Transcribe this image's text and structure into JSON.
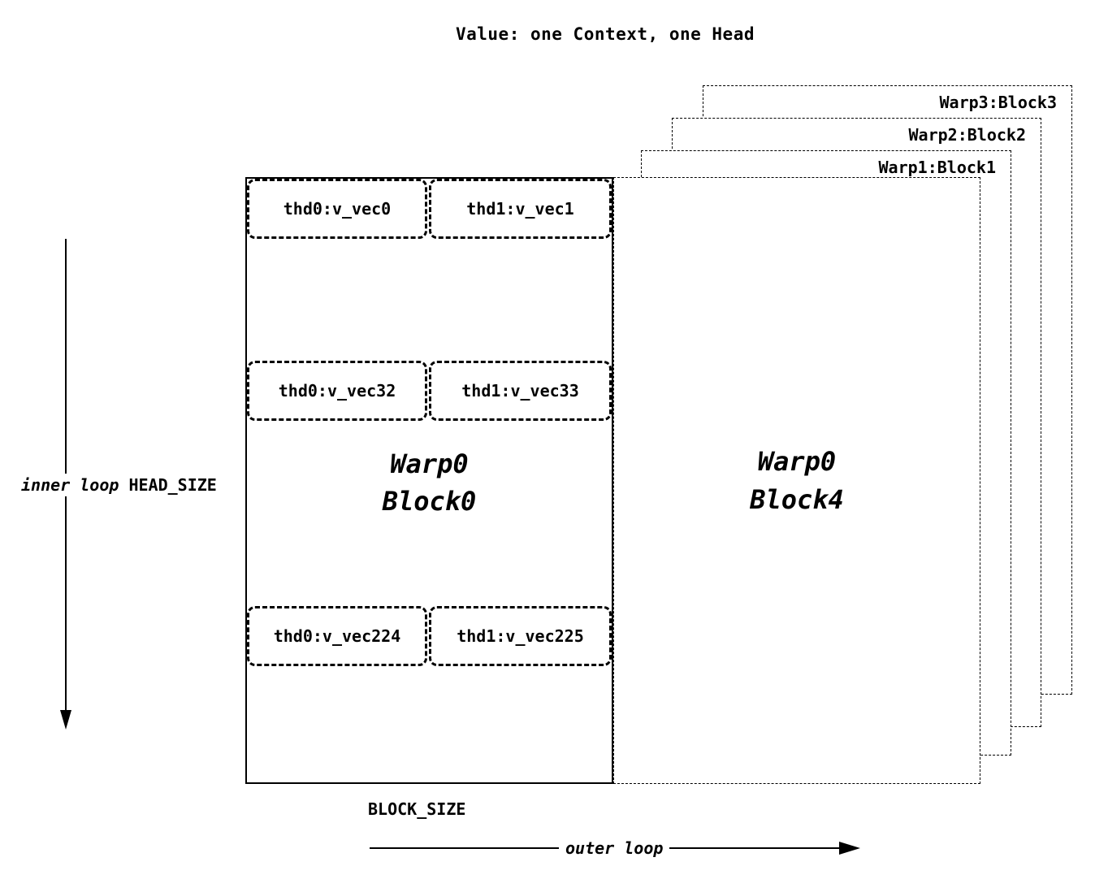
{
  "title": "Value: one Context, one Head",
  "background_blocks": [
    {
      "label": "Warp3:Block3"
    },
    {
      "label": "Warp2:Block2"
    },
    {
      "label": "Warp1:Block1"
    }
  ],
  "block0": {
    "name_line1": "Warp0",
    "name_line2": "Block0",
    "cells": [
      {
        "labels": [
          "thd0:v_vec0",
          "thd1:v_vec1"
        ]
      },
      {
        "labels": [
          "thd0:v_vec32",
          "thd1:v_vec33"
        ]
      },
      {
        "labels": [
          "thd0:v_vec224",
          "thd1:v_vec225"
        ]
      }
    ]
  },
  "block4": {
    "name_line1": "Warp0",
    "name_line2": "Block4"
  },
  "annotations": {
    "inner_loop": "inner loop",
    "head_size": "HEAD_SIZE",
    "block_size": "BLOCK_SIZE",
    "outer_loop": "outer loop"
  }
}
